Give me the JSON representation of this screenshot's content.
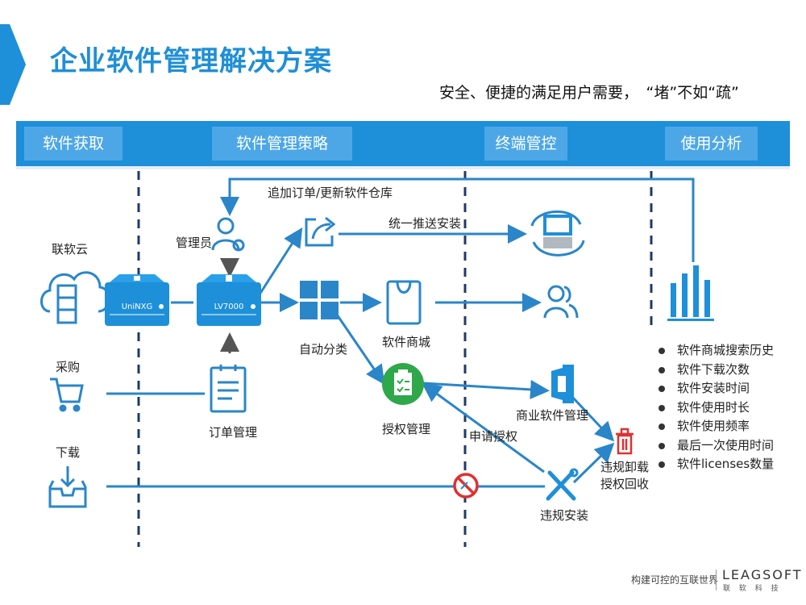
{
  "title": "企业软件管理解决方案",
  "subtitle": "安全、便捷的满足用户需要，　“堵”不如“疏”",
  "sections": [
    "软件获取",
    "软件管理策略",
    "终端管控",
    "使用分析"
  ],
  "sources": {
    "cloud": "联软云",
    "purchase": "采购",
    "download": "下载"
  },
  "devices": {
    "uninxg": "UniNXG",
    "lv7000": "LV7000"
  },
  "nodes": {
    "admin": "管理员",
    "order_mgmt": "订单管理",
    "auto_classify": "自动分类",
    "store": "软件商城",
    "license_mgmt": "授权管理",
    "commercial_mgmt": "商业软件管理",
    "violation_install": "违规安装",
    "uninstall_line1": "违规卸载",
    "uninstall_line2": "授权回收"
  },
  "edge_labels": {
    "update_repo": "追加订单/更新软件仓库",
    "push_install": "统一推送安装",
    "apply_license": "申请授权"
  },
  "analysis_items": [
    "软件商城搜索历史",
    "软件下载次数",
    "软件安装时间",
    "软件使用时长",
    "软件使用频率",
    "最后一次使用时间",
    "软件licenses数量"
  ],
  "footer": {
    "slogan": "构建可控的互联世界",
    "brand": "LEAGSOFT",
    "brand_sub": "联 软 科 技"
  },
  "colors": {
    "primary": "#1e8fd9",
    "pill": "#4da7e6",
    "arrow": "#2a86c8",
    "green": "#2ea84a",
    "red": "#e03030"
  },
  "icons": [
    "cloud-server-icon",
    "cart-icon",
    "download-tray-icon",
    "admin-user-icon",
    "share-icon",
    "grid-icon",
    "shopping-bag-icon",
    "users-icon",
    "clipboard-check-icon",
    "office-icon",
    "trash-icon",
    "tools-icon",
    "forbidden-icon",
    "bar-chart-icon",
    "monitor-sync-icon"
  ]
}
